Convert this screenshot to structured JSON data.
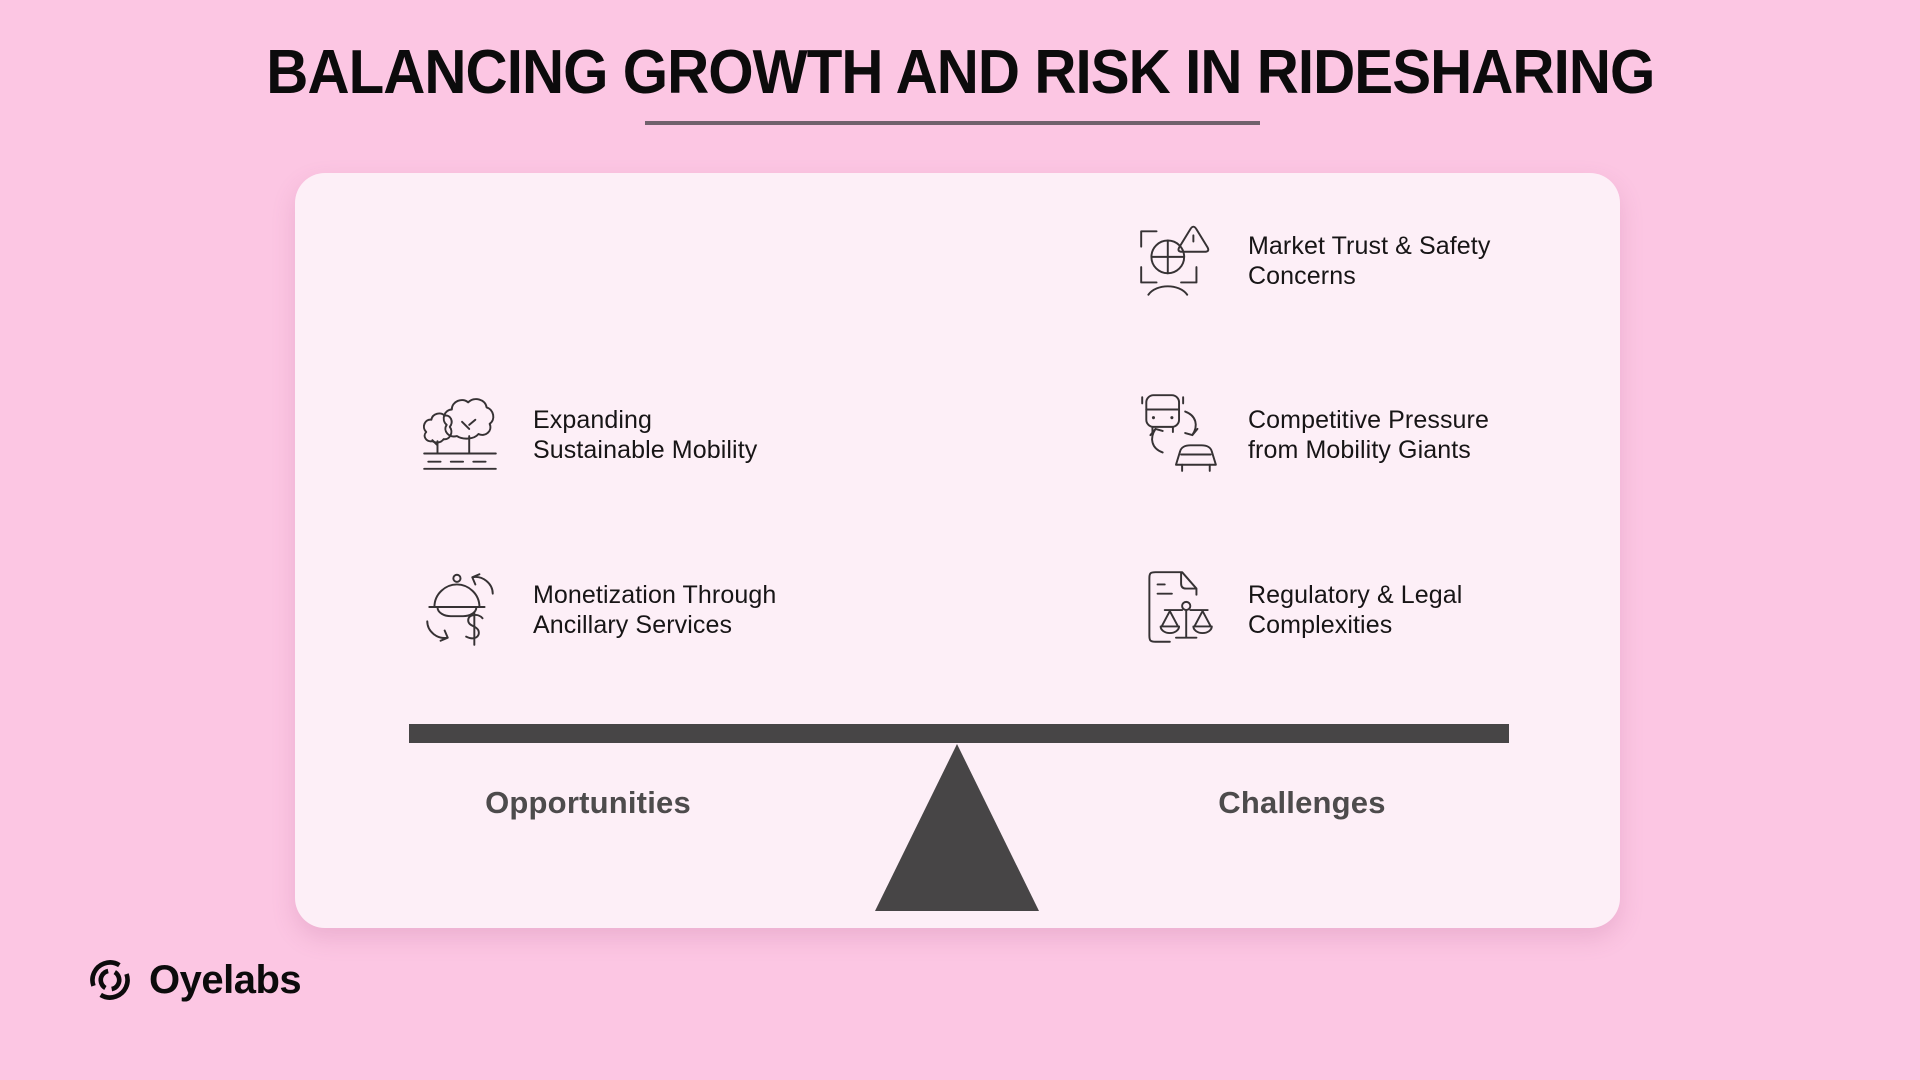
{
  "title": {
    "text": "BALANCING GROWTH AND RISK IN RIDESHARING"
  },
  "board": {
    "left": {
      "label": "Opportunities",
      "items": [
        {
          "icon": "trees-road-icon",
          "lines": [
            "Expanding",
            "Sustainable Mobility"
          ]
        },
        {
          "icon": "food-dome-dollar-cycle-icon",
          "lines": [
            "Monetization Through",
            "Ancillary Services"
          ]
        }
      ]
    },
    "right": {
      "label": "Challenges",
      "items": [
        {
          "icon": "face-scan-warning-icon",
          "lines": [
            "Market Trust & Safety",
            "Concerns"
          ]
        },
        {
          "icon": "bus-car-exchange-icon",
          "lines": [
            "Competitive Pressure",
            "from Mobility Giants"
          ]
        },
        {
          "icon": "document-scales-icon",
          "lines": [
            "Regulatory & Legal",
            "Complexities"
          ]
        }
      ]
    }
  },
  "footer": {
    "brand": "Oyelabs"
  },
  "colors": {
    "background": "#fcc6e3",
    "card": "#fdeff7",
    "dark_gray": "#474546",
    "label_gray": "#4d4b4c",
    "underline": "#70616c",
    "text": "#171516"
  }
}
